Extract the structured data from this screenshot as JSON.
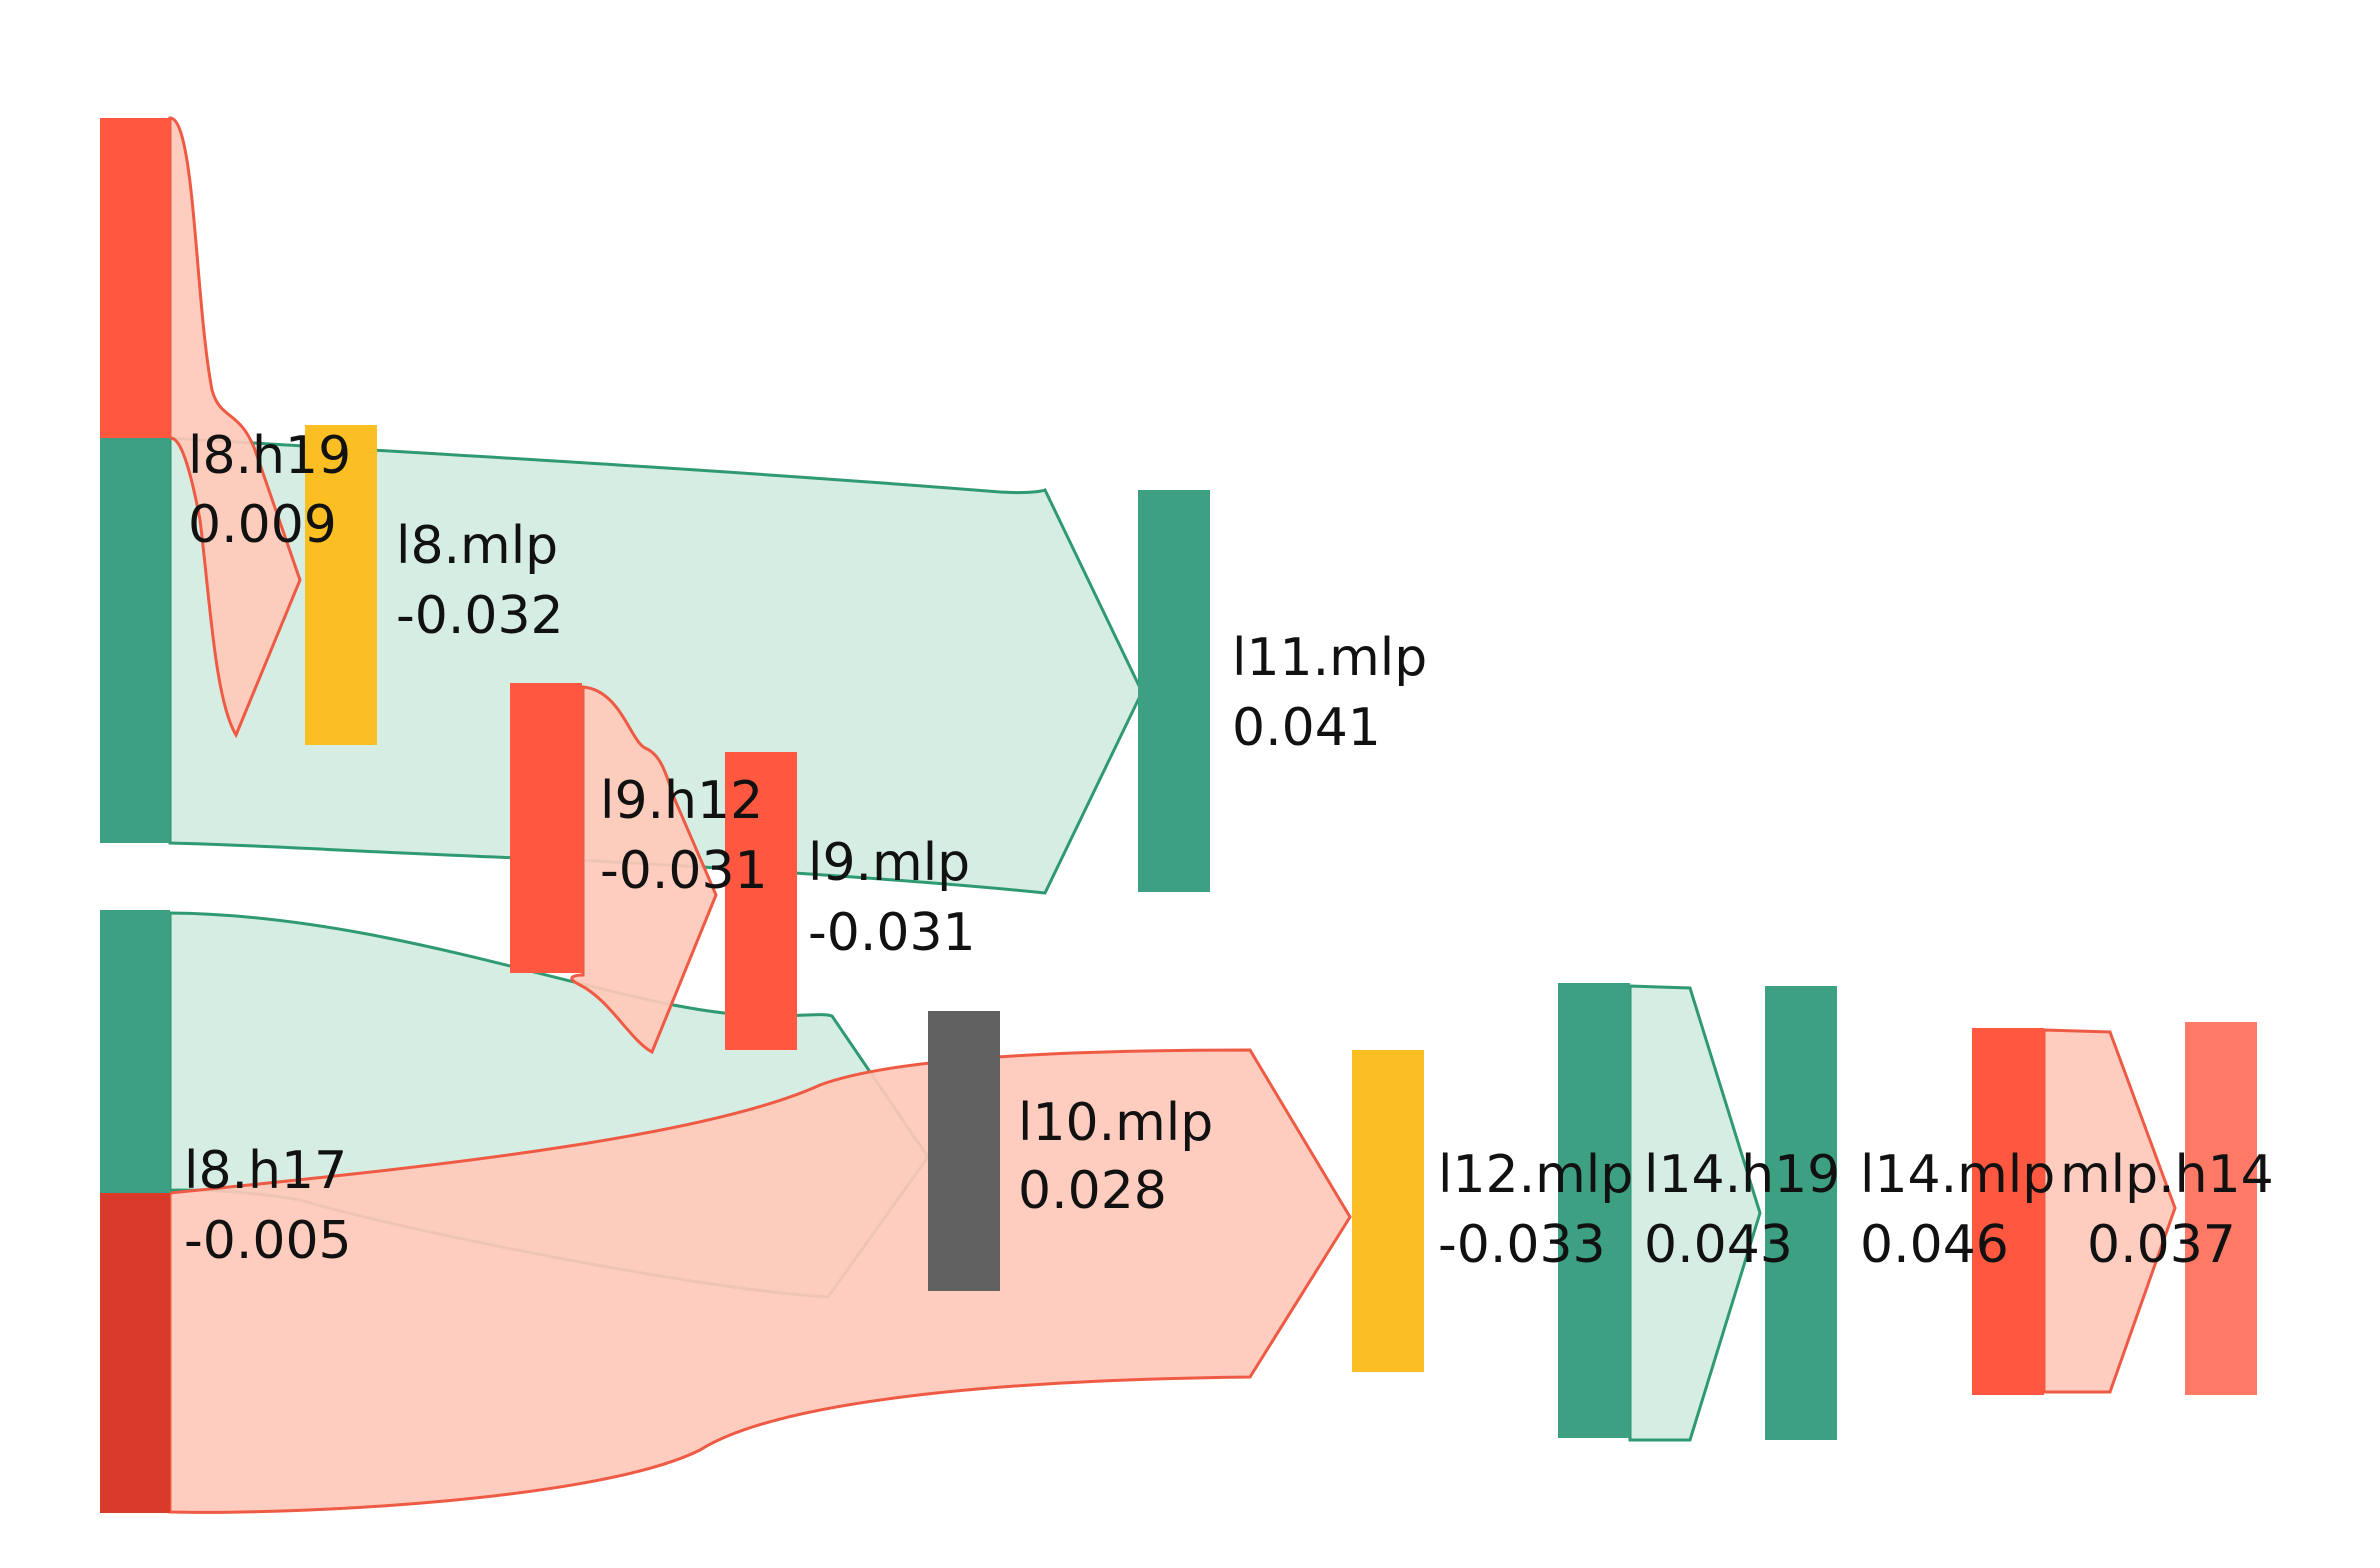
{
  "colors": {
    "red": "#FF5740",
    "red_dark": "#D93A2B",
    "red_light": "#FF7A66",
    "green": "#3DA083",
    "yellow": "#FBBF24",
    "gray": "#616161",
    "green_fill": "#D5EDE3",
    "red_fill": "#FFC9BA",
    "mix_fill": "#D6BBA6",
    "green_stroke": "#2F9A72",
    "red_stroke": "#EF5A45"
  },
  "nodes": [
    {
      "id": "src-red-top",
      "color": "red",
      "label": "",
      "value": ""
    },
    {
      "id": "src-green-top",
      "color": "green",
      "label": "",
      "value": ""
    },
    {
      "id": "src-green-bottom",
      "color": "green",
      "label": "",
      "value": ""
    },
    {
      "id": "src-red-bottom",
      "color": "red_dark",
      "label": "",
      "value": ""
    },
    {
      "id": "l8-mlp",
      "color": "yellow",
      "label": "l8.mlp",
      "value": "-0.032"
    },
    {
      "id": "l9-h12",
      "color": "red",
      "label": "l9.h12",
      "value": "-0.031"
    },
    {
      "id": "l9-mlp",
      "color": "red",
      "label": "l9.mlp",
      "value": "-0.031"
    },
    {
      "id": "l10-mlp",
      "color": "gray",
      "label": "l10.mlp",
      "value": "0.028"
    },
    {
      "id": "l11-mlp",
      "color": "green",
      "label": "l11.mlp",
      "value": "0.041"
    },
    {
      "id": "l12-mlp",
      "color": "yellow",
      "label": "l12.mlp",
      "value": "-0.033"
    },
    {
      "id": "l14-h19-bar",
      "color": "green",
      "label": "",
      "value": ""
    },
    {
      "id": "l14-mlp-bar",
      "color": "green",
      "label": "",
      "value": ""
    },
    {
      "id": "mlp-bar",
      "color": "red",
      "label": "",
      "value": ""
    },
    {
      "id": "h14-bar",
      "color": "red_light",
      "label": "",
      "value": ""
    }
  ],
  "labels": {
    "l8_h19": {
      "name": "l8.h19",
      "value": "0.009"
    },
    "l8_h17": {
      "name": "l8.h17",
      "value": "-0.005"
    },
    "l14_h19": {
      "name": "l14.h19",
      "value": "0.043"
    },
    "l14_mlp": {
      "name": "l14.mlp",
      "value": "0.046"
    },
    "mlp_h14": {
      "name": "mlp.h14",
      "value": "0.037"
    }
  }
}
